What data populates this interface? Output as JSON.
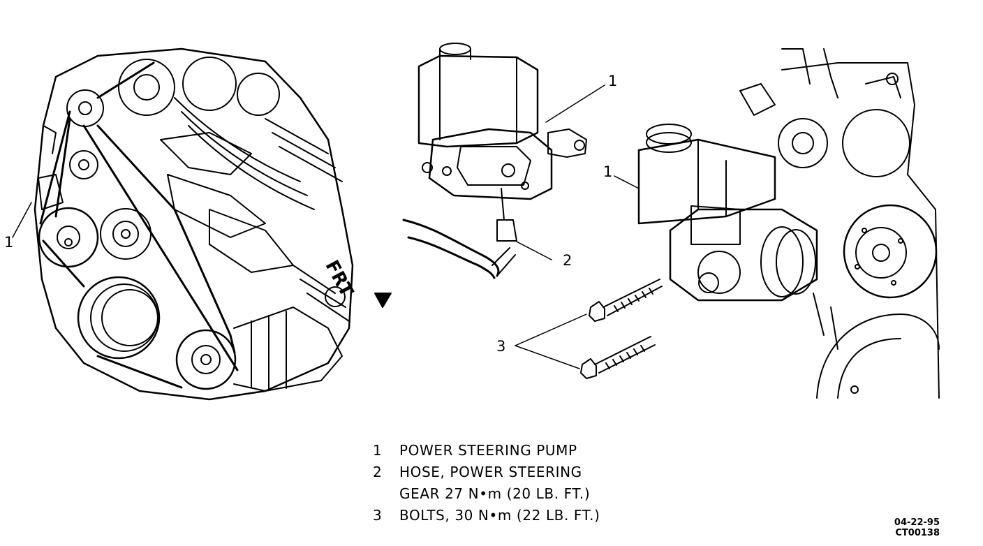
{
  "callouts": {
    "left_1": "1",
    "mid_1": "1",
    "mid_2": "2",
    "right_1": "1",
    "right_3": "3"
  },
  "direction_label": "FRT",
  "legend": [
    {
      "num": "1",
      "text": "POWER STEERING PUMP"
    },
    {
      "num": "2",
      "text": "HOSE, POWER STEERING"
    },
    {
      "num": "",
      "text": "GEAR 27 N•m (20 LB. FT.)"
    },
    {
      "num": "3",
      "text": "BOLTS, 30 N•m (22 LB. FT.)"
    }
  ],
  "stamp": {
    "date": "04-22-95",
    "code": "CT00138"
  }
}
